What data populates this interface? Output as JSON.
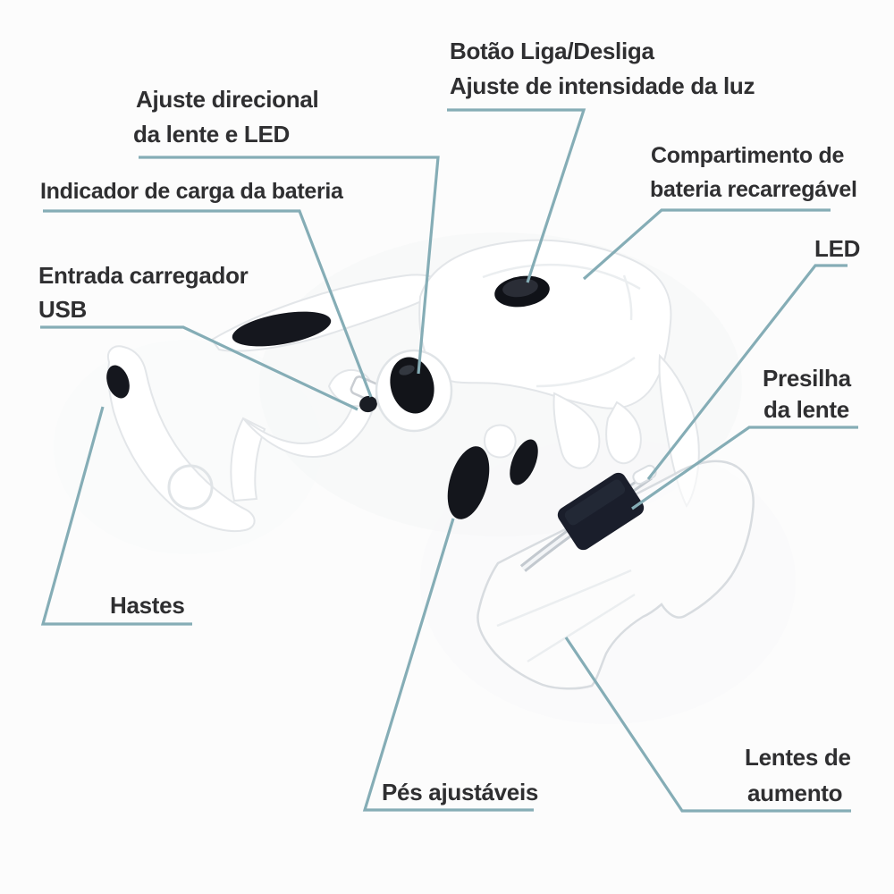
{
  "diagram_title": "Head magnifier with LED - parts diagram",
  "labels": {
    "power_button": {
      "line1": "Botão Liga/Desliga",
      "line2": "Ajuste de intensidade da luz"
    },
    "lens_led_adjust": {
      "line1": "Ajuste direcional",
      "line2": "da lente e LED"
    },
    "battery_indicator": {
      "line1": "Indicador de carga da bateria"
    },
    "usb_charger_input": {
      "line1": "Entrada carregador",
      "line2": "USB"
    },
    "battery_compartment": {
      "line1": "Compartimento de",
      "line2": "bateria recarregável"
    },
    "led": {
      "line1": "LED"
    },
    "lens_clip": {
      "line1": "Presilha",
      "line2": "da lente"
    },
    "temples": {
      "line1": "Hastes"
    },
    "adjustable_feet": {
      "line1": "Pés ajustáveis"
    },
    "magnifying_lenses": {
      "line1": "Lentes de",
      "line2": "aumento"
    }
  },
  "colors": {
    "background": "#fcfcfc",
    "leader_line": "#85adb6",
    "label_text": "#2f2f31",
    "product_dark": "#15171e",
    "clip_dark": "#1a1e2b"
  }
}
